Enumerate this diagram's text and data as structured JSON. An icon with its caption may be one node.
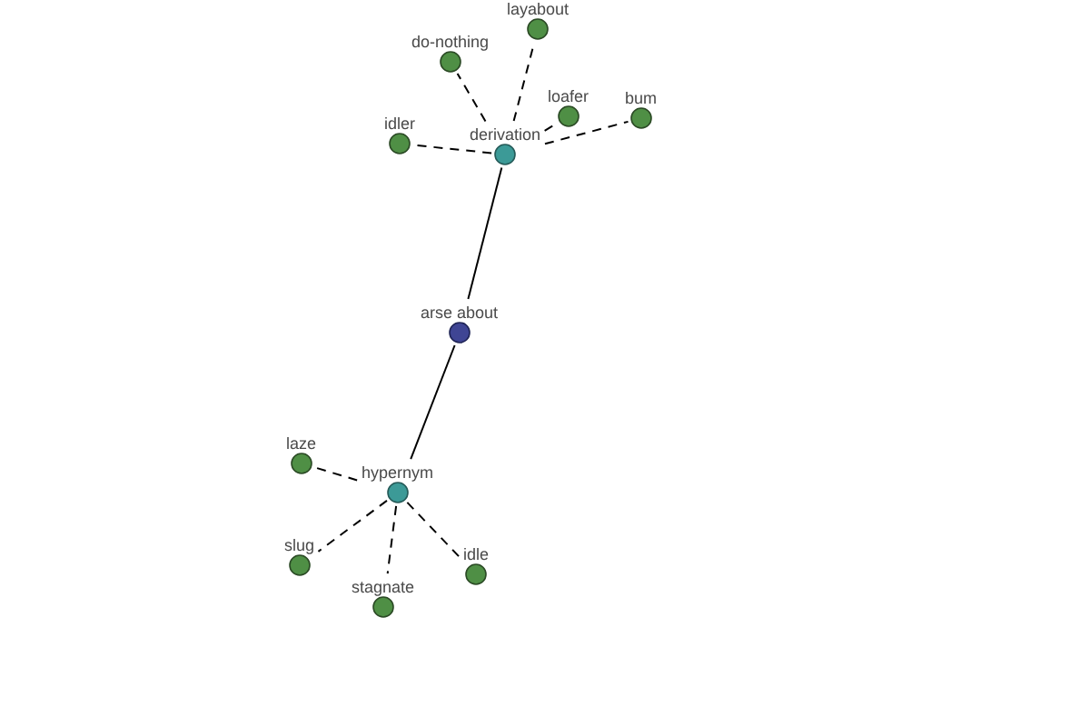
{
  "diagram": {
    "nodes": [
      {
        "text": [
          "layabout"
        ]
      },
      {
        "text": [
          "do-nothing"
        ]
      },
      {
        "text": [
          "loafer"
        ]
      },
      {
        "text": [
          "bum"
        ]
      },
      {
        "text": [
          "idler"
        ]
      },
      {
        "text": [
          "derivation"
        ]
      },
      {
        "text": [
          "arse about"
        ]
      },
      {
        "text": [
          "laze"
        ]
      },
      {
        "text": [
          "hypernym"
        ]
      },
      {
        "text": [
          "slug"
        ]
      },
      {
        "text": [
          "idle"
        ]
      },
      {
        "text": [
          "stagnate"
        ]
      }
    ],
    "edges": [
      {
        "from": 6,
        "to": 5,
        "arrow": "none"
      },
      {
        "from": 6,
        "to": 8,
        "arrow": "none"
      },
      {
        "from": 5,
        "to": 0,
        "arrow": "none",
        "style": "dashed"
      },
      {
        "from": 5,
        "to": 1,
        "arrow": "none",
        "style": "dashed"
      },
      {
        "from": 5,
        "to": 2,
        "arrow": "none",
        "style": "dashed"
      },
      {
        "from": 5,
        "to": 3,
        "arrow": "none",
        "style": "dashed"
      },
      {
        "from": 5,
        "to": 4,
        "arrow": "none",
        "style": "dashed"
      },
      {
        "from": 8,
        "to": 7,
        "arrow": "none",
        "style": "dashed"
      },
      {
        "from": 8,
        "to": 9,
        "arrow": "none",
        "style": "dashed"
      },
      {
        "from": 8,
        "to": 10,
        "arrow": "none",
        "style": "dashed"
      },
      {
        "from": 8,
        "to": 11,
        "arrow": "none",
        "style": "dashed"
      }
    ]
  }
}
